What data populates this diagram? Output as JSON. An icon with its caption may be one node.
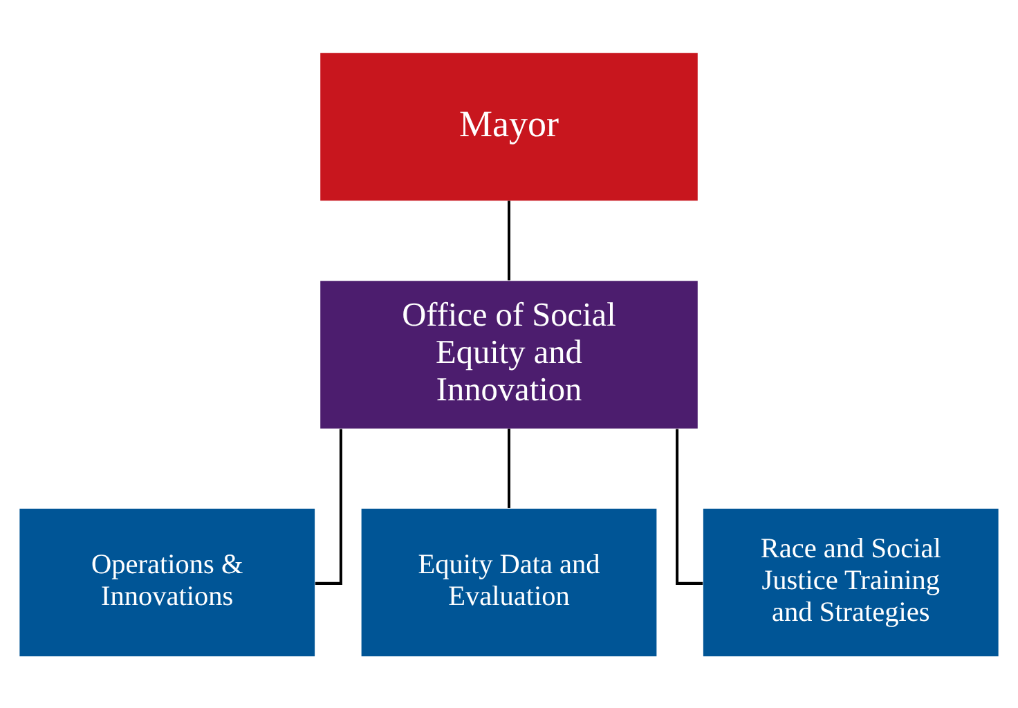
{
  "diagram": {
    "nodes": [
      {
        "text": [
          "Mayor"
        ]
      },
      {
        "text": [
          "Office of Social Equity and Innovation"
        ]
      },
      {
        "text": [
          "Operations & Innovations"
        ]
      },
      {
        "text": [
          "Equity Data and Evaluation"
        ]
      },
      {
        "text": [
          "Race and Social Justice Training and Strategies"
        ]
      }
    ],
    "edges": [
      {
        "from": 0,
        "to": 1,
        "arrow": "none"
      },
      {
        "from": 1,
        "to": 2,
        "arrow": "none"
      },
      {
        "from": 1,
        "to": 3,
        "arrow": "none"
      },
      {
        "from": 1,
        "to": 4,
        "arrow": "none"
      }
    ]
  }
}
